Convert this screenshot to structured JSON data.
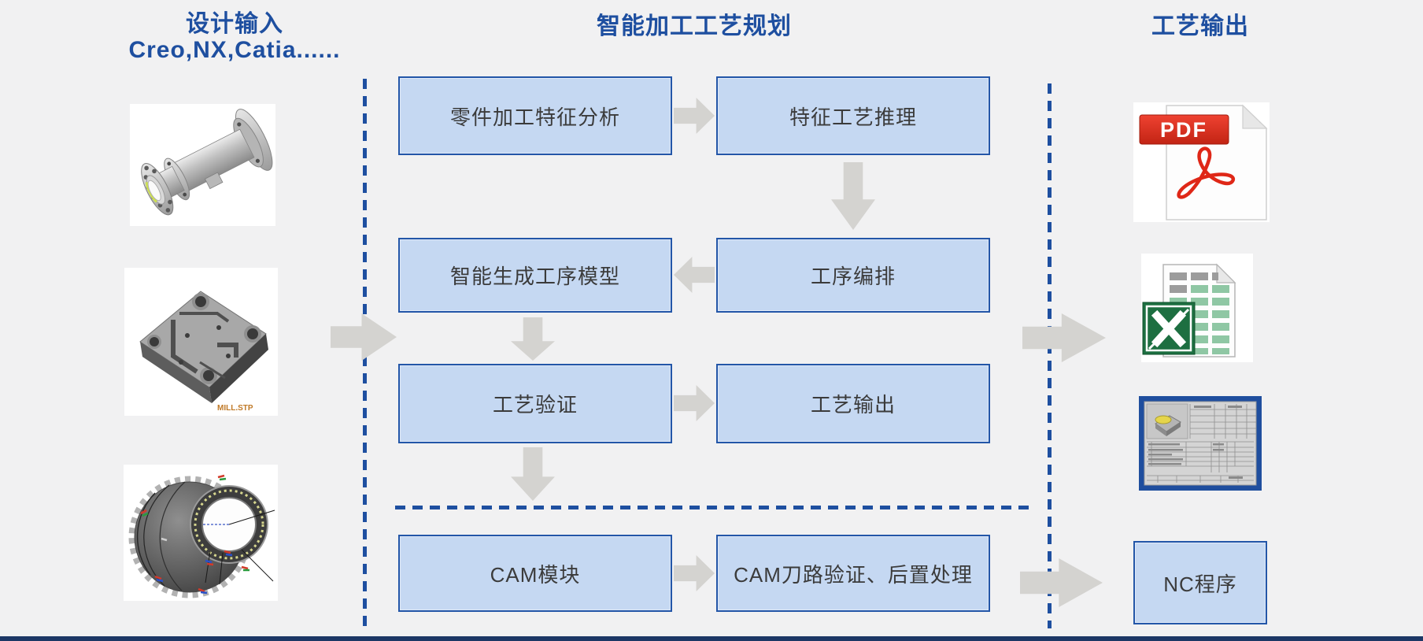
{
  "titles": {
    "input": "设计输入",
    "input_sub": "Creo,NX,Catia......",
    "planning": "智能加工工艺规划",
    "output": "工艺输出"
  },
  "flow": {
    "boxes": [
      {
        "label": "零件加工特征分析"
      },
      {
        "label": "特征工艺推理"
      },
      {
        "label": "智能生成工序模型"
      },
      {
        "label": "工序编排"
      },
      {
        "label": "工艺验证"
      },
      {
        "label": "工艺输出"
      },
      {
        "label": "CAM模块"
      },
      {
        "label": "CAM刀路验证、后置处理"
      }
    ],
    "connections": [
      "零件加工特征分析 → 特征工艺推理",
      "特征工艺推理 ↓ 工序编排",
      "工序编排 ← 智能生成工序模型方向(箭头指向智能生成工序模型)",
      "智能生成工序模型 ↓ 工艺验证",
      "工艺验证 → 工艺输出",
      "工艺验证 ↓ CAM模块",
      "CAM模块 → CAM刀路验证、后置处理",
      "CAM刀路验证、后置处理 → NC程序"
    ]
  },
  "input_column": {
    "part_images": [
      "shaft-flange-part",
      "mold-plate-part",
      "engine-casing-part"
    ],
    "plate_caption": "MILL.STP"
  },
  "output_column": {
    "pdf_label": "PDF",
    "nc_label": "NC程序",
    "items": [
      "pdf-document",
      "excel-spreadsheet",
      "process-card-drawing",
      "nc-program"
    ]
  },
  "colors": {
    "accent": "#1e4fa0",
    "boxfill": "#c5d8f2",
    "boxborder": "#2356a8",
    "arrow": "#d4d3d0",
    "bar": "#1c3765",
    "pdf_red": "#dd2c1a",
    "excel_green": "#1d6f41"
  }
}
